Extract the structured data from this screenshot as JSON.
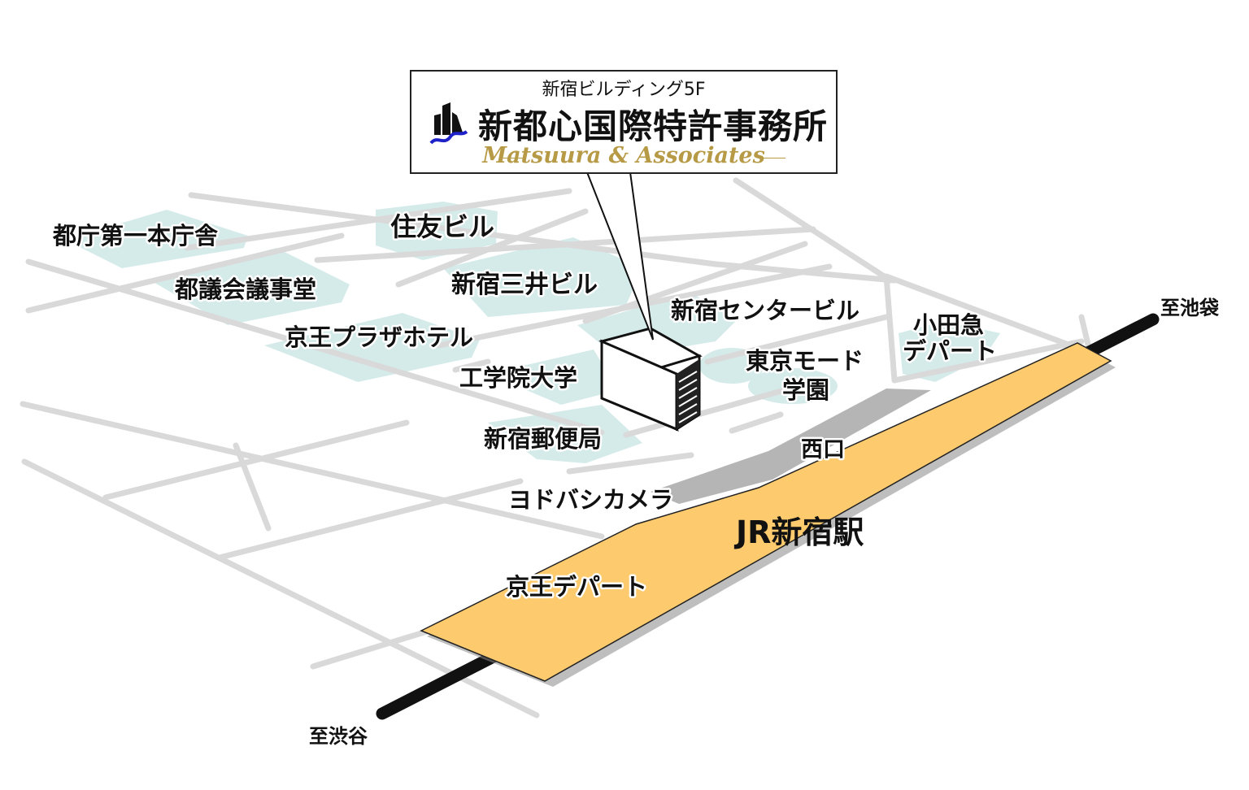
{
  "office": {
    "building": "新宿ビルディング5F",
    "name": "新都心国際特許事務所",
    "english": "Matsuura & Associates",
    "logo": "skyscraper-logo-icon"
  },
  "landmarks": {
    "tocho": "都庁第一本庁舎",
    "gikai": "都議会議事堂",
    "keio_plaza": "京王プラザホテル",
    "sumitomo": "住友ビル",
    "mitsui": "新宿三井ビル",
    "center": "新宿センタービル",
    "kogakuin": "工学院大学",
    "post": "新宿郵便局",
    "yodobashi": "ヨドバシカメラ",
    "mode_1": "東京モード",
    "mode_2": "学園",
    "odakyu_1": "小田急",
    "odakyu_2": "デパート",
    "nishiguchi": "西口",
    "keio_dept": "京王デパート",
    "station": "JR新宿駅",
    "to_ikebukuro": "至池袋",
    "to_shibuya": "至渋谷"
  },
  "colors": {
    "block_fill": "#d5ebea",
    "road": "#d9d9d9",
    "station_fill": "#fdcb6e",
    "plaza": "#b5b5b5",
    "rail": "#111111",
    "logo_accent": "#1e22c8",
    "english_text": "#b79a45"
  }
}
